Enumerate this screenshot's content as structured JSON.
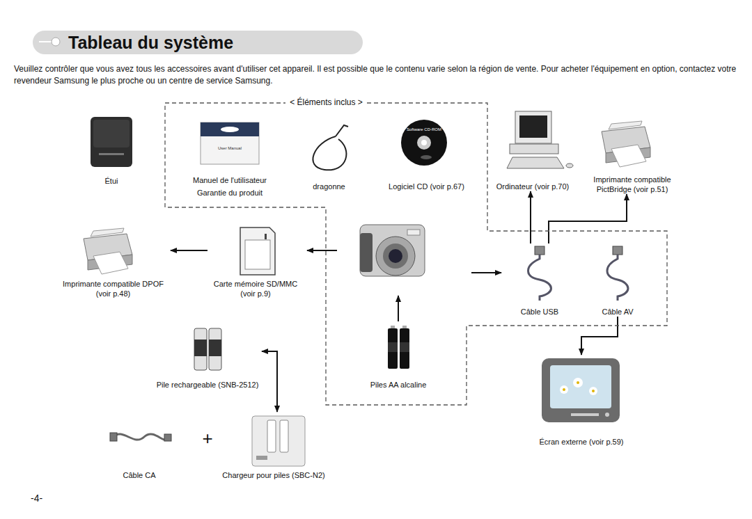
{
  "diagram": {
    "title": "Tableau du système",
    "nodes": [
      {
        "text": [
          "< Éléments inclus >"
        ]
      },
      {
        "text": [
          "Étui"
        ]
      },
      {
        "text": [
          "Manuel de l'utilisateur",
          "Garantie du produit"
        ],
        "in": 0
      },
      {
        "text": [
          "dragonne"
        ],
        "in": 0
      },
      {
        "text": [
          "Logiciel CD (voir p.67)"
        ],
        "in": 0
      },
      {
        "text": [
          "Ordinateur (voir p.70)"
        ]
      },
      {
        "text": [
          "Imprimante compatible PictBridge (voir p.51)"
        ]
      },
      {
        "text": [
          "Imprimante compatible DPOF (voir p.48)"
        ]
      },
      {
        "text": [
          "Carte mémoire SD/MMC (voir p.9)"
        ]
      },
      {
        "text": [
          "Câble USB"
        ],
        "in": 0
      },
      {
        "text": [
          "Câble AV"
        ],
        "in": 0
      },
      {
        "text": [
          "Pile rechargeable (SNB-2512)"
        ]
      },
      {
        "text": [
          "Piles AA alcaline"
        ],
        "in": 0
      },
      {
        "text": [
          "Écran externe (voir p.59)"
        ]
      },
      {
        "text": [
          "Câble CA"
        ]
      },
      {
        "text": [
          "Chargeur pour piles (SBC-N2)"
        ]
      }
    ],
    "edges": [
      {
        "from": 8,
        "to": 7,
        "arrow": "to"
      },
      {
        "from": 9,
        "to": 5,
        "arrow": "to"
      },
      {
        "from": 9,
        "to": 6,
        "arrow": "to"
      },
      {
        "from": 10,
        "to": 13,
        "arrow": "to"
      },
      {
        "from": 11,
        "to": 15,
        "arrow": "both"
      }
    ],
    "labels": [
      "Veuillez contrôler que vous avez tous les accessoires avant d'utiliser cet appareil. Il est possible que le contenu varie selon la région de vente. Pour acheter l'équipement en option, contactez votre revendeur Samsung le plus proche ou un centre de service Samsung.",
      "User Manual",
      "Software CD-ROM",
      "+",
      "-4-"
    ]
  }
}
